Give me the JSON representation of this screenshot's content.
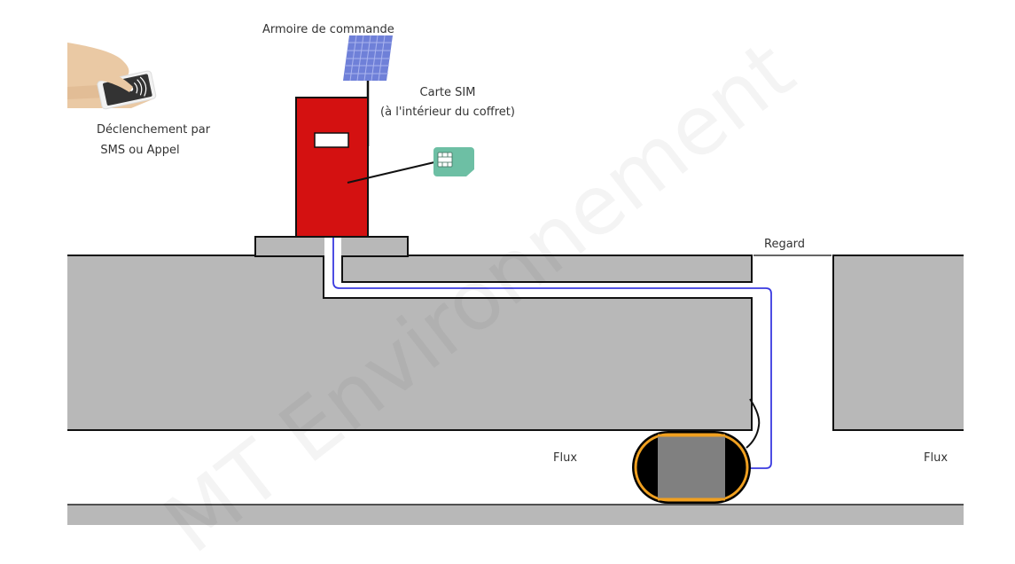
{
  "labels": {
    "cabinet": "Armoire de commande",
    "sim_title": "Carte SIM",
    "sim_subtitle": "(à l'intérieur du coffret)",
    "trigger_line1": "Déclenchement par",
    "trigger_line2": "SMS ou Appel",
    "manhole": "Regard",
    "flow_left": "Flux",
    "flow_right": "Flux"
  },
  "watermark": "MT Environnement",
  "colors": {
    "cabinet": "#d41111",
    "concrete": "#b8b8b8",
    "cable": "#3a3ae0",
    "sensor_ring": "#f0a020",
    "sensor_body": "#808080",
    "sim_card": "#6dbfa4",
    "solar_panel": "#6f80d8",
    "skin": "#eac9a4"
  }
}
